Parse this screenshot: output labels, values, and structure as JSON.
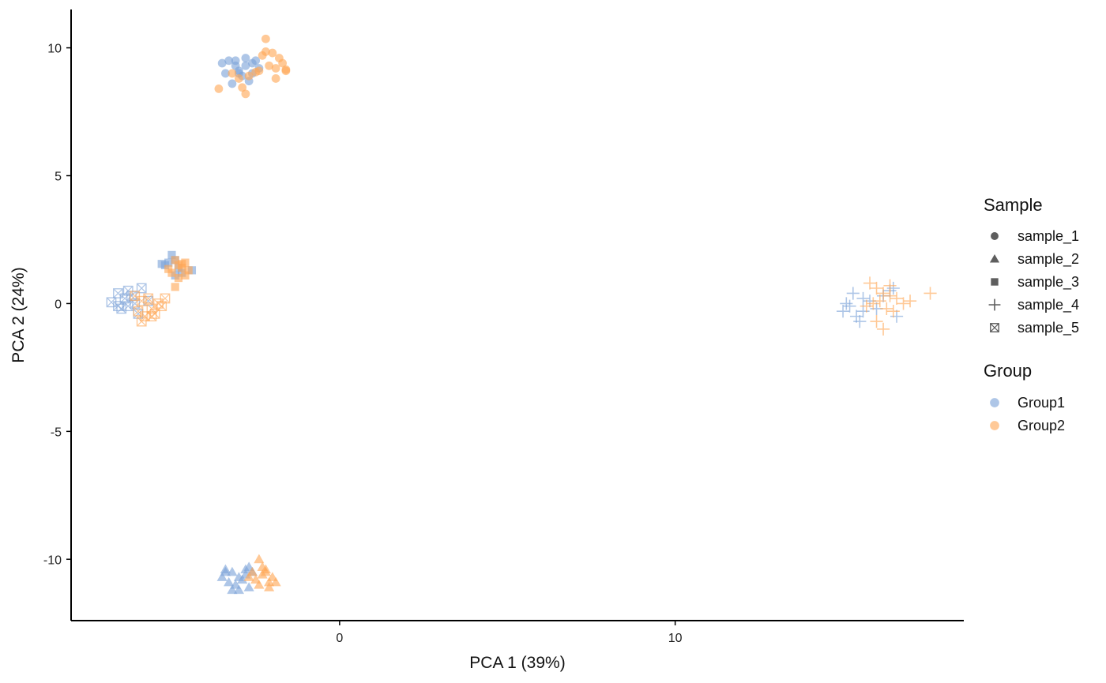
{
  "chart_data": {
    "type": "scatter",
    "xlabel": "PCA 1 (39%)",
    "ylabel": "PCA 2 (24%)",
    "xlim": [
      -8,
      18.6
    ],
    "ylim": [
      -12.4,
      11.5
    ],
    "xticks": [
      0,
      10
    ],
    "yticks": [
      -10,
      -5,
      0,
      5,
      10
    ],
    "grid": false,
    "colors": {
      "Group1": "#7DA3D8",
      "Group2": "#FFA857"
    },
    "legend": {
      "placement": "right",
      "shape_title": "Sample",
      "shape_items": [
        {
          "label": "sample_1",
          "shape": "circle"
        },
        {
          "label": "sample_2",
          "shape": "triangle"
        },
        {
          "label": "sample_3",
          "shape": "square"
        },
        {
          "label": "sample_4",
          "shape": "plus"
        },
        {
          "label": "sample_5",
          "shape": "square-cross"
        }
      ],
      "color_title": "Group",
      "color_items": [
        {
          "label": "Group1",
          "color": "#7DA3D8"
        },
        {
          "label": "Group2",
          "color": "#FFA857"
        }
      ]
    },
    "series": [
      {
        "sample": "sample_1",
        "group": "Group1",
        "shape": "circle",
        "x": [
          -3.5,
          -3.3,
          -3.1,
          -3.0,
          -2.8,
          -2.6,
          -2.4,
          -2.9,
          -3.2,
          -2.7,
          -3.4,
          -2.5,
          -3.0,
          -2.8,
          -3.1,
          -2.6
        ],
        "y": [
          9.4,
          9.5,
          9.3,
          9.0,
          9.6,
          9.4,
          9.2,
          8.9,
          8.6,
          8.7,
          9.0,
          9.5,
          9.1,
          9.3,
          9.5,
          9.0
        ]
      },
      {
        "sample": "sample_1",
        "group": "Group2",
        "shape": "circle",
        "x": [
          -2.2,
          -2.0,
          -1.8,
          -1.7,
          -1.6,
          -2.3,
          -2.1,
          -1.9,
          -2.5,
          -2.7,
          -3.0,
          -2.8,
          -3.2,
          -2.4,
          -1.9,
          -2.2,
          -1.6,
          -3.6,
          -2.9
        ],
        "y": [
          10.35,
          9.8,
          9.6,
          9.4,
          9.1,
          9.7,
          9.3,
          9.2,
          9.05,
          8.9,
          8.8,
          8.2,
          9.0,
          9.1,
          8.8,
          9.85,
          9.15,
          8.4,
          8.45
        ]
      },
      {
        "sample": "sample_2",
        "group": "Group1",
        "shape": "triangle",
        "x": [
          -3.4,
          -3.2,
          -3.0,
          -2.8,
          -2.6,
          -3.3,
          -3.1,
          -2.9,
          -2.7,
          -3.0,
          -3.2,
          -2.8,
          -3.5,
          -3.4,
          -2.7
        ],
        "y": [
          -10.4,
          -10.5,
          -10.7,
          -10.6,
          -10.5,
          -10.9,
          -11.0,
          -10.8,
          -11.1,
          -11.2,
          -11.2,
          -10.4,
          -10.7,
          -10.5,
          -10.3
        ]
      },
      {
        "sample": "sample_2",
        "group": "Group2",
        "shape": "triangle",
        "x": [
          -2.4,
          -2.2,
          -2.0,
          -2.3,
          -2.1,
          -2.5,
          -2.6,
          -2.4,
          -1.9,
          -2.7,
          -2.2,
          -2.1,
          -2.3
        ],
        "y": [
          -10.0,
          -10.4,
          -10.7,
          -10.6,
          -10.9,
          -10.8,
          -10.5,
          -11.0,
          -10.9,
          -10.7,
          -10.5,
          -11.1,
          -10.3
        ]
      },
      {
        "sample": "sample_3",
        "group": "Group1",
        "shape": "square",
        "x": [
          -5.3,
          -5.1,
          -4.9,
          -5.0,
          -4.8,
          -4.7,
          -4.4,
          -5.2,
          -4.9
        ],
        "y": [
          1.55,
          1.6,
          1.7,
          1.9,
          1.4,
          1.2,
          1.3,
          1.5,
          1.1
        ]
      },
      {
        "sample": "sample_3",
        "group": "Group2",
        "shape": "square",
        "x": [
          -4.9,
          -4.8,
          -4.7,
          -4.6,
          -4.5,
          -5.0,
          -4.8,
          -4.6,
          -4.7,
          -5.1,
          -4.9
        ],
        "y": [
          1.7,
          1.5,
          1.4,
          1.6,
          1.3,
          1.2,
          1.0,
          1.1,
          1.55,
          1.35,
          0.65
        ]
      },
      {
        "sample": "sample_4",
        "group": "Group1",
        "shape": "plus",
        "x": [
          15.0,
          15.2,
          15.4,
          15.6,
          15.5,
          15.3,
          15.8,
          16.0,
          16.2,
          16.4,
          16.6,
          15.1,
          15.6,
          16.5
        ],
        "y": [
          -0.3,
          -0.1,
          -0.5,
          -0.3,
          -0.7,
          0.4,
          0.1,
          -0.2,
          0.3,
          0.5,
          -0.5,
          0.0,
          0.2,
          0.6
        ]
      },
      {
        "sample": "sample_4",
        "group": "Group2",
        "shape": "plus",
        "x": [
          15.8,
          16.0,
          16.2,
          16.4,
          16.6,
          15.9,
          16.1,
          16.3,
          16.5,
          16.8,
          17.0,
          17.6,
          15.7,
          16.0,
          16.2,
          16.4
        ],
        "y": [
          0.8,
          0.6,
          0.4,
          0.3,
          0.2,
          0.0,
          0.1,
          -0.2,
          -0.3,
          0.0,
          0.1,
          0.4,
          -0.1,
          -0.7,
          -1.0,
          0.7
        ]
      },
      {
        "sample": "sample_5",
        "group": "Group1",
        "shape": "square-cross",
        "x": [
          -6.8,
          -6.6,
          -6.4,
          -6.5,
          -6.3,
          -6.2,
          -6.0,
          -5.9,
          -6.1,
          -6.3,
          -5.7,
          -6.6
        ],
        "y": [
          0.05,
          0.4,
          0.2,
          -0.2,
          -0.1,
          0.3,
          -0.4,
          0.6,
          0.0,
          0.5,
          0.1,
          -0.1
        ]
      },
      {
        "sample": "sample_5",
        "group": "Group2",
        "shape": "square-cross",
        "x": [
          -6.1,
          -5.9,
          -5.7,
          -5.6,
          -5.5,
          -5.8,
          -6.0,
          -5.4,
          -5.3,
          -5.2,
          -5.9,
          -5.6
        ],
        "y": [
          0.3,
          0.1,
          0.2,
          -0.2,
          -0.4,
          -0.5,
          -0.3,
          0.0,
          -0.1,
          0.2,
          -0.7,
          -0.5
        ]
      }
    ]
  }
}
